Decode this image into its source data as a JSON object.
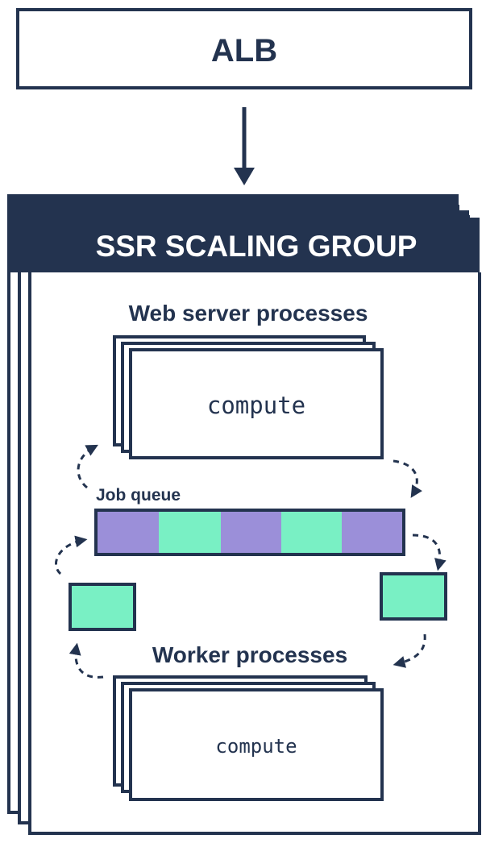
{
  "alb": {
    "label": "ALB"
  },
  "scaling_group": {
    "title": "SSR SCALING GROUP"
  },
  "web_server": {
    "title": "Web server processes",
    "compute_label": "compute"
  },
  "job_queue": {
    "label": "Job queue",
    "slots": [
      "purple",
      "green",
      "purple",
      "green",
      "purple"
    ]
  },
  "worker": {
    "title": "Worker processes",
    "compute_label": "compute"
  },
  "colors": {
    "navy": "#23334f",
    "purple": "#9b8fd9",
    "green": "#79f0c4",
    "background": "#ffffff"
  },
  "icons": {
    "flow_arrow": "solid-down-arrow",
    "cycle_arrow": "dashed-curved-arrow"
  }
}
